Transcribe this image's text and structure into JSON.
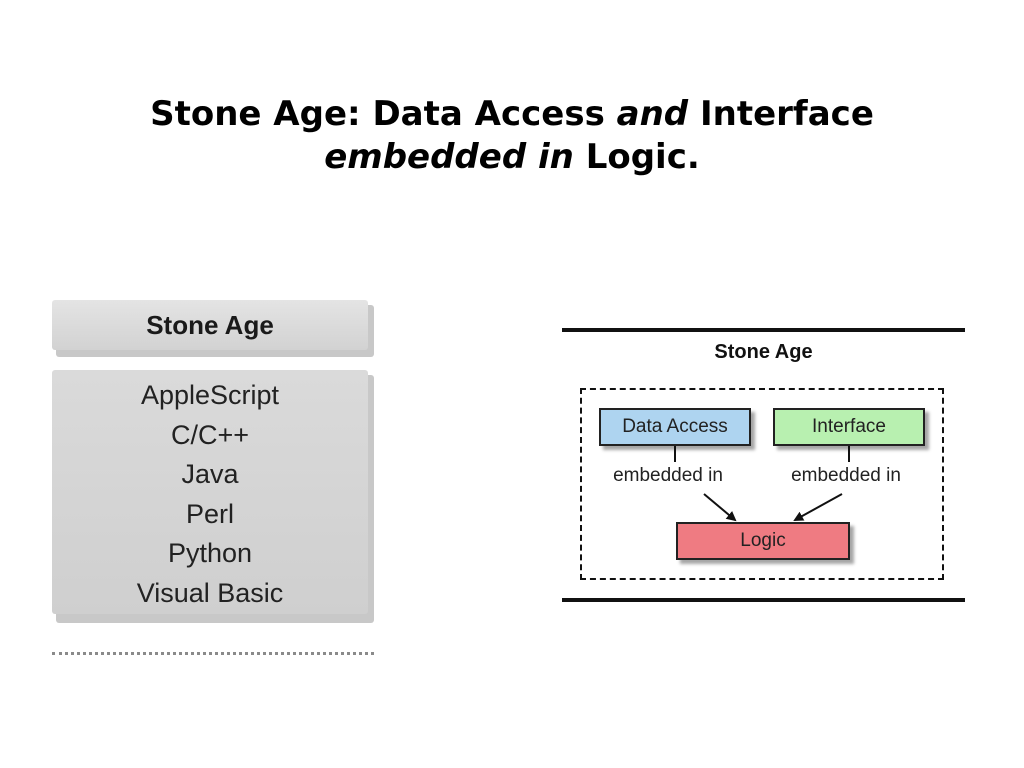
{
  "slide": {
    "title_part1": "Stone Age: Data Access ",
    "title_and": "and",
    "title_part2": " Interface",
    "title_embedded": "embedded in",
    "title_logic": " Logic."
  },
  "languages_panel": {
    "header": "Stone Age",
    "items": [
      "AppleScript",
      "C/C++",
      "Java",
      "Perl",
      "Python",
      "Visual Basic"
    ]
  },
  "diagram": {
    "title": "Stone Age",
    "nodes": {
      "data_access": {
        "label": "Data Access",
        "color": "#aed4f0"
      },
      "interface": {
        "label": "Interface",
        "color": "#b8f0b0"
      },
      "logic": {
        "label": "Logic",
        "color": "#ef7b82"
      }
    },
    "edge_labels": {
      "left": "embedded in",
      "right": "embedded in"
    }
  }
}
